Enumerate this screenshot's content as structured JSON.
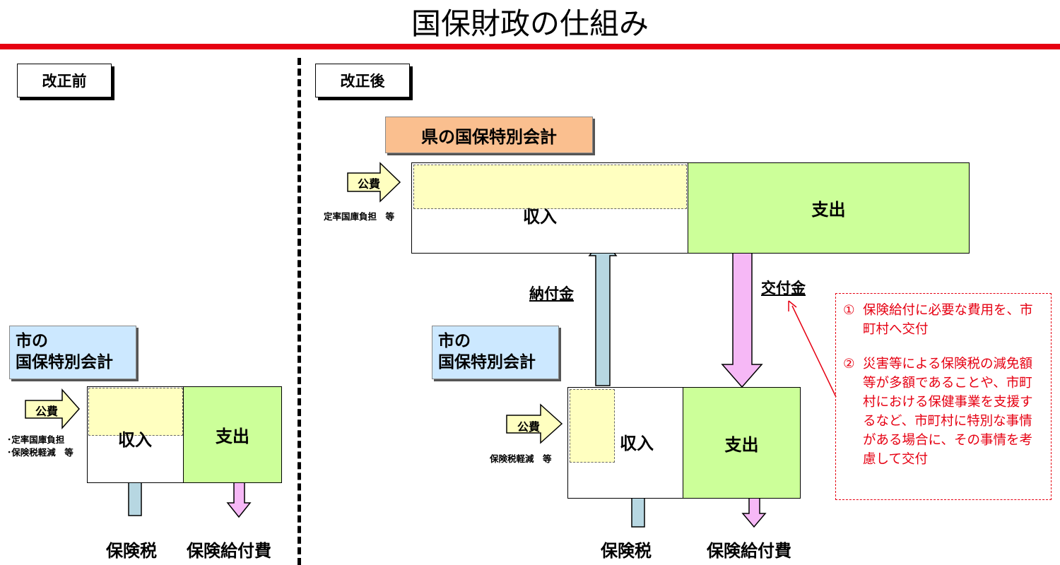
{
  "title": "国保財政の仕組み",
  "before": {
    "tab": "改正前",
    "account_line1": "市の",
    "account_line2": "国保特別会計",
    "public_arrow": "公費",
    "public_note1": "･定率国庫負担",
    "public_note2": "･保険税軽減　等",
    "income": "収入",
    "expense": "支出",
    "in_label": "保険税",
    "out_label": "保険給付費"
  },
  "after": {
    "tab": "改正後",
    "prefecture_account": "県の国保特別会計",
    "pref_public_arrow": "公費",
    "pref_public_note": "定率国庫負担　等",
    "pref_income": "収入",
    "pref_expense": "支出",
    "payment_label": "納付金",
    "grant_label": "交付金",
    "city_account_line1": "市の",
    "city_account_line2": "国保特別会計",
    "city_public_arrow": "公費",
    "city_public_note": "保険税軽減　等",
    "city_income": "収入",
    "city_expense": "支出",
    "in_label": "保険税",
    "out_label": "保険給付費",
    "note": {
      "item1_num": "①",
      "item1_text": "保険給付に必要な費用を、市町村へ交付",
      "item2_num": "②",
      "item2_text": "災害等による保険税の減免額等が多額であることや、市町村における保健事業を支援するなど、市町村に特別な事情がある場合に、その事情を考慮して交付"
    }
  },
  "colors": {
    "accent_red": "#e60012",
    "expense_green": "#ccff99",
    "public_yellow": "#ffffc0",
    "account_blue": "#cce8ff",
    "account_orange": "#fabf8f",
    "up_arrow_blue": "#b7d7e2",
    "down_arrow_pink": "#f6b8f6"
  }
}
